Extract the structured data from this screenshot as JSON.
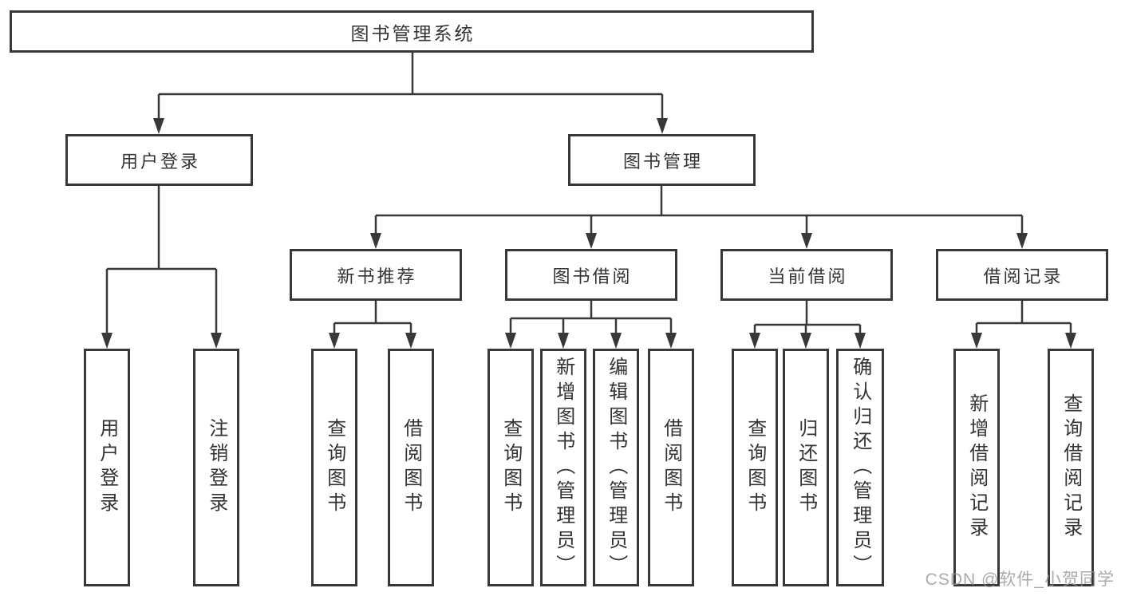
{
  "tree": {
    "root": {
      "label": "图书管理系统"
    },
    "branches": [
      {
        "label": "用户登录",
        "children": [
          {
            "label": "用户登录"
          },
          {
            "label": "注销登录"
          }
        ]
      },
      {
        "label": "图书管理",
        "children": [
          {
            "label": "新书推荐",
            "children": [
              {
                "label": "查询图书"
              },
              {
                "label": "借阅图书"
              }
            ]
          },
          {
            "label": "图书借阅",
            "children": [
              {
                "label": "查询图书"
              },
              {
                "label": "新增图书（管理员）"
              },
              {
                "label": "编辑图书（管理员）"
              },
              {
                "label": "借阅图书"
              }
            ]
          },
          {
            "label": "当前借阅",
            "children": [
              {
                "label": "查询图书"
              },
              {
                "label": "归还图书"
              },
              {
                "label": "确认归还（管理员）"
              }
            ]
          },
          {
            "label": "借阅记录",
            "children": [
              {
                "label": "新增借阅记录"
              },
              {
                "label": "查询借阅记录"
              }
            ]
          }
        ]
      }
    ]
  },
  "watermark": {
    "text": "CSDN @软件_小贺同学"
  },
  "colors": {
    "line": "#383838",
    "text": "#333333",
    "watermark": "#949494",
    "background": "#ffffff"
  }
}
